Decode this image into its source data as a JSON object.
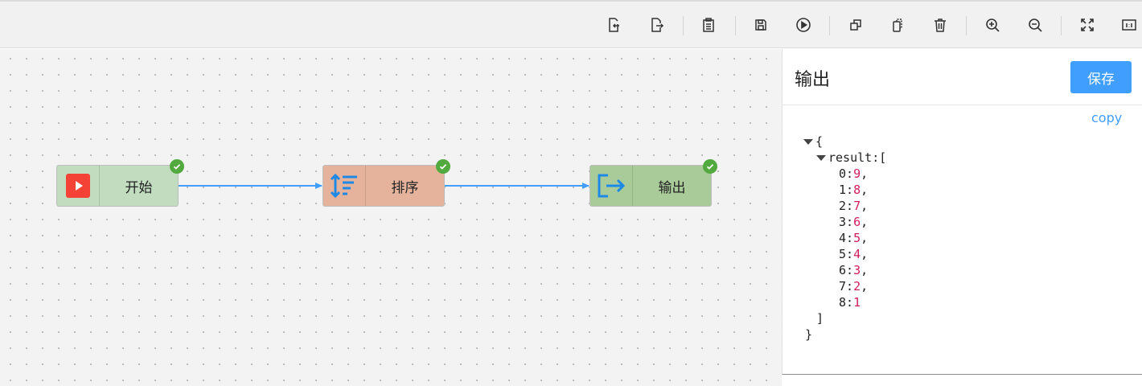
{
  "toolbar": {
    "buttons": [
      {
        "name": "import-icon",
        "title": "import"
      },
      {
        "name": "export-icon",
        "title": "export"
      },
      {
        "name": "clipboard-icon",
        "title": "paste"
      },
      {
        "name": "save-icon",
        "title": "save"
      },
      {
        "name": "run-icon",
        "title": "run"
      },
      {
        "name": "copy-icon",
        "title": "copy"
      },
      {
        "name": "duplicate-icon",
        "title": "duplicate"
      },
      {
        "name": "delete-icon",
        "title": "delete"
      },
      {
        "name": "zoom-in-icon",
        "title": "zoom in"
      },
      {
        "name": "zoom-out-icon",
        "title": "zoom out"
      },
      {
        "name": "fit-icon",
        "title": "fit"
      },
      {
        "name": "actual-size-icon",
        "title": "actual size"
      }
    ]
  },
  "nodes": {
    "start": {
      "label": "开始",
      "status": "success"
    },
    "sort": {
      "label": "排序",
      "status": "success"
    },
    "output": {
      "label": "输出",
      "status": "success"
    }
  },
  "colors": {
    "accent": "#409eff",
    "success": "#52a93e",
    "start_icon": "#f44336",
    "sort_icon": "#1e88e5",
    "number": "#d01c5e"
  },
  "panel": {
    "title": "输出",
    "save_label": "保存",
    "copy_label": "copy",
    "json": {
      "open_brace": "{",
      "key": "result",
      "open_bracket": "[",
      "items": [
        {
          "index": "0",
          "value": "9",
          "sep": ","
        },
        {
          "index": "1",
          "value": "8",
          "sep": ","
        },
        {
          "index": "2",
          "value": "7",
          "sep": ","
        },
        {
          "index": "3",
          "value": "6",
          "sep": ","
        },
        {
          "index": "4",
          "value": "5",
          "sep": ","
        },
        {
          "index": "5",
          "value": "4",
          "sep": ","
        },
        {
          "index": "6",
          "value": "3",
          "sep": ","
        },
        {
          "index": "7",
          "value": "2",
          "sep": ","
        },
        {
          "index": "8",
          "value": "1",
          "sep": ""
        }
      ],
      "close_bracket": "]",
      "close_brace": "}"
    }
  }
}
